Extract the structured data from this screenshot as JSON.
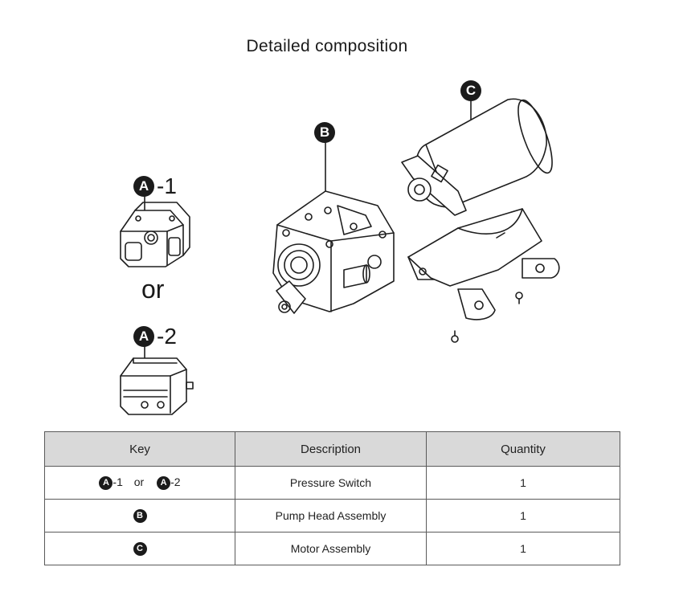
{
  "title": "Detailed composition",
  "callouts": {
    "a1_letter": "A",
    "a1_suffix": "-1",
    "a2_letter": "A",
    "a2_suffix": "-2",
    "b_letter": "B",
    "c_letter": "C",
    "or_text": "or"
  },
  "table": {
    "headers": [
      "Key",
      "Description",
      "Quantity"
    ],
    "rows": [
      {
        "key_letter_1": "A",
        "key_suffix_1": "-1",
        "key_or": "or",
        "key_letter_2": "A",
        "key_suffix_2": "-2",
        "description": "Pressure Switch",
        "quantity": "1"
      },
      {
        "key_letter": "B",
        "description": "Pump Head Assembly",
        "quantity": "1"
      },
      {
        "key_letter": "C",
        "description": "Motor Assembly",
        "quantity": "1"
      }
    ]
  }
}
